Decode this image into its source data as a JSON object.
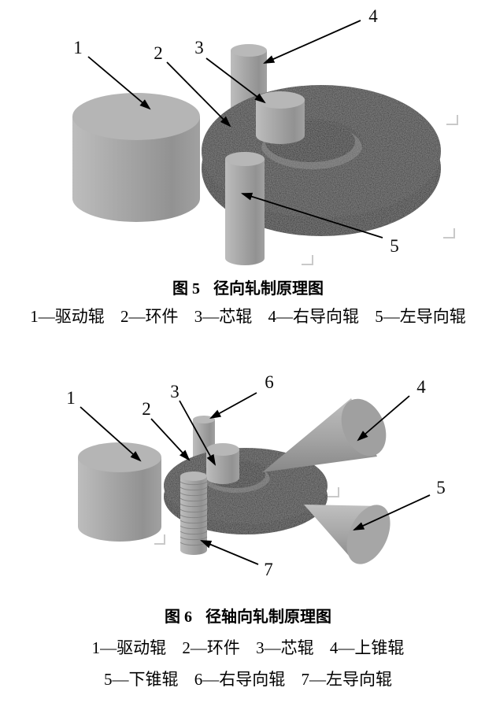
{
  "colors": {
    "background": "#ffffff",
    "ring_dark": "#262626",
    "metal_gray": "#a8a8a8",
    "arrow_black": "#000000",
    "viewport_mark_gray": "#c9c9c9"
  },
  "figure5": {
    "caption_label": "图 5",
    "caption_title": "径向轧制原理图",
    "part_labels": [
      "1",
      "2",
      "3",
      "4",
      "5"
    ],
    "legend_items": [
      "1—驱动辊",
      "2—环件",
      "3—芯辊",
      "4—右导向辊",
      "5—左导向辊"
    ]
  },
  "figure6": {
    "caption_label": "图 6",
    "caption_title": "径轴向轧制原理图",
    "part_labels": [
      "1",
      "2",
      "3",
      "4",
      "5",
      "6",
      "7"
    ],
    "legend_line1_items": [
      "1—驱动辊",
      "2—环件",
      "3—芯辊",
      "4—上锥辊"
    ],
    "legend_line2_items": [
      "5—下锥辊",
      "6—右导向辊",
      "7—左导向辊"
    ]
  }
}
